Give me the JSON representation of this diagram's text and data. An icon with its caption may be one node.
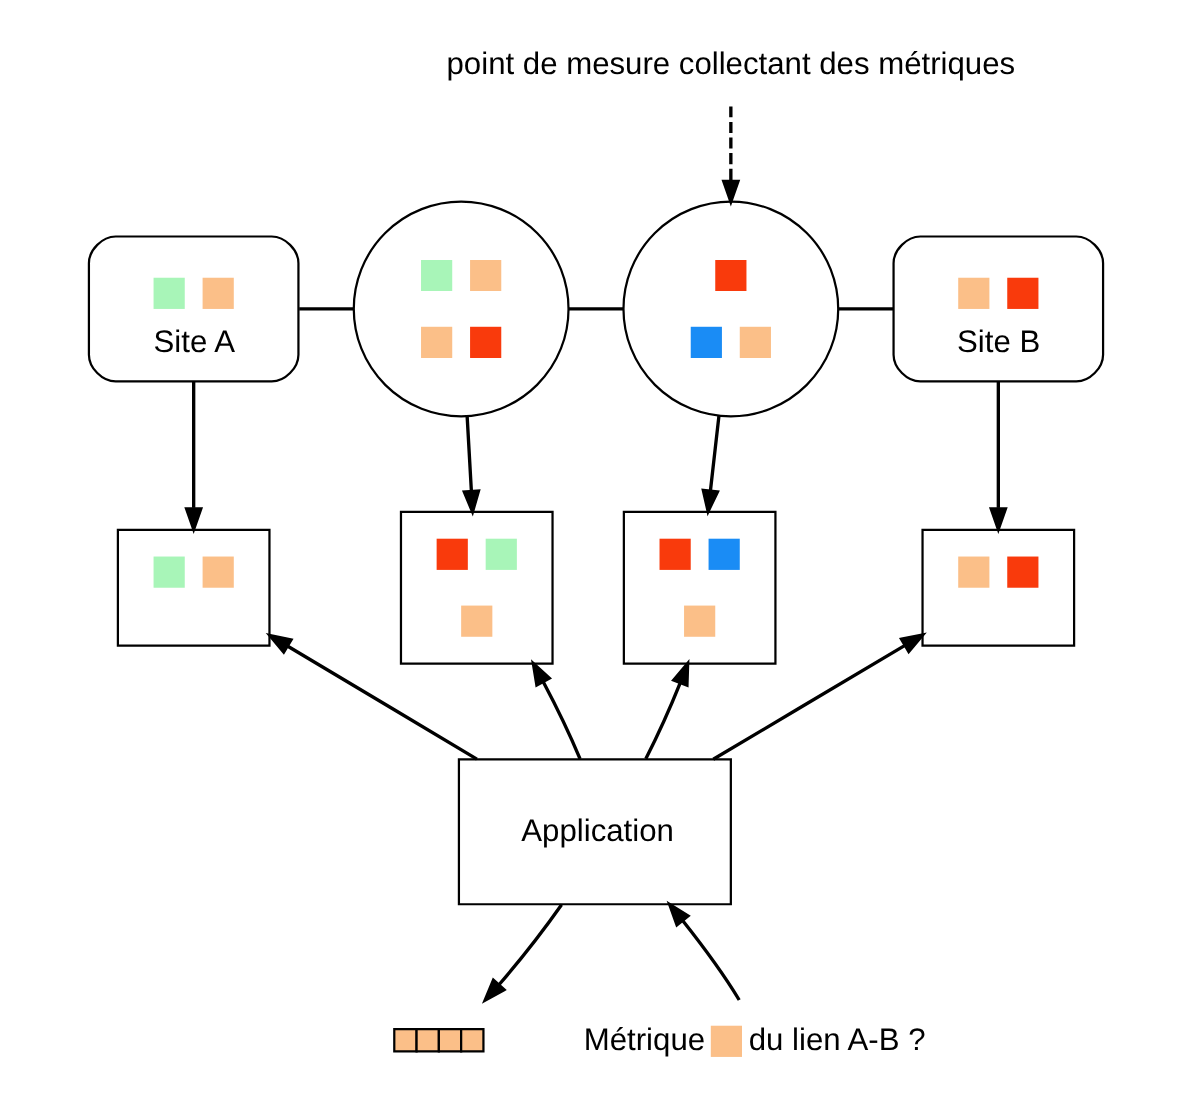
{
  "diagram": {
    "nodes": [
      {
        "text": [
          "Site A"
        ]
      },
      {
        "text": [],
        "shape": "cloud"
      },
      {
        "text": [],
        "shape": "cloud"
      },
      {
        "text": [
          "Site B"
        ]
      },
      {
        "text": [],
        "shape": "box"
      },
      {
        "text": [],
        "shape": "box"
      },
      {
        "text": [],
        "shape": "box"
      },
      {
        "text": [],
        "shape": "box"
      },
      {
        "text": [
          "Application"
        ]
      },
      {
        "text": [],
        "shape": "bar"
      },
      {
        "text": [
          "point de mesure collectant des métriques"
        ]
      },
      {
        "text": [
          "Métrique",
          "du lien A-B ?"
        ]
      }
    ],
    "edges": [
      {
        "from": 0,
        "to": 1,
        "arrow": "none"
      },
      {
        "from": 1,
        "to": 2,
        "arrow": "none"
      },
      {
        "from": 2,
        "to": 3,
        "arrow": "none"
      },
      {
        "from": 0,
        "to": 4,
        "arrow": "to"
      },
      {
        "from": 1,
        "to": 5,
        "arrow": "to"
      },
      {
        "from": 2,
        "to": 6,
        "arrow": "to"
      },
      {
        "from": 3,
        "to": 7,
        "arrow": "to"
      },
      {
        "from": 8,
        "to": 4,
        "arrow": "to"
      },
      {
        "from": 8,
        "to": 5,
        "arrow": "to"
      },
      {
        "from": 8,
        "to": 6,
        "arrow": "to"
      },
      {
        "from": 8,
        "to": 7,
        "arrow": "to"
      },
      {
        "from": 8,
        "to": 9,
        "arrow": "to"
      },
      {
        "from": 10,
        "to": 2,
        "arrow": "to",
        "style": "dashed"
      },
      {
        "from": 11,
        "to": 8,
        "arrow": "to"
      }
    ]
  }
}
